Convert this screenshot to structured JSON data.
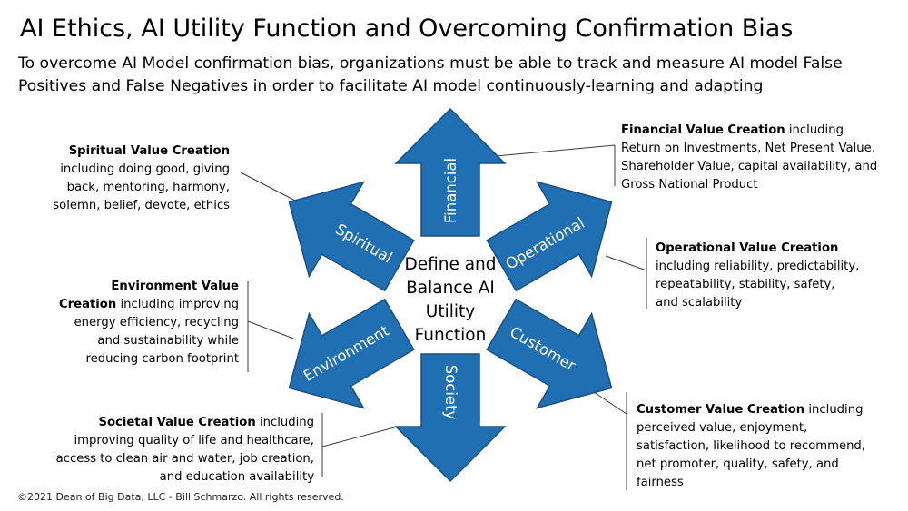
{
  "header": {
    "title": "AI Ethics, AI Utility Function and Overcoming Confirmation Bias",
    "subtitle": "To overcome AI Model confirmation bias, organizations must be able to track and measure AI model False Positives and False Negatives in order to facilitate AI model continuously-learning and adapting"
  },
  "diagram": {
    "center": [
      "Define and",
      "Balance AI",
      "Utility",
      "Function"
    ],
    "arrows": {
      "financial": "Financial",
      "operational": "Operational",
      "customer": "Customer",
      "society": "Society",
      "environment": "Environment",
      "spiritual": "Spiritual"
    },
    "colors": {
      "arrow_fill": "#1f6fb2"
    }
  },
  "notes": {
    "spiritual": {
      "head": "Spiritual Value Creation",
      "body": "including doing good, giving back, mentoring, harmony, solemn, belief, devote, ethics"
    },
    "financial": {
      "head": "Financial Value Creation",
      "body": "including Return on Investments, Net Present Value, Shareholder Value, capital availability, and Gross National Product"
    },
    "operational": {
      "head": "Operational Value Creation",
      "body": "including reliability, predictability, repeatability, stability, safety, and scalability"
    },
    "environment": {
      "head": "Environment Value Creation",
      "body": "including improving energy efficiency, recycling and sustainability while reducing carbon footprint"
    },
    "societal": {
      "head": "Societal Value Creation",
      "body": "including improving quality of life and healthcare, access to clean air and water, job creation, and education availability"
    },
    "customer": {
      "head": "Customer Value Creation",
      "body": "including perceived value, enjoyment, satisfaction, likelihood to recommend, net promoter, quality, safety, and fairness"
    }
  },
  "footer": "©2021 Dean of Big Data, LLC - Bill Schmarzo. All rights reserved."
}
